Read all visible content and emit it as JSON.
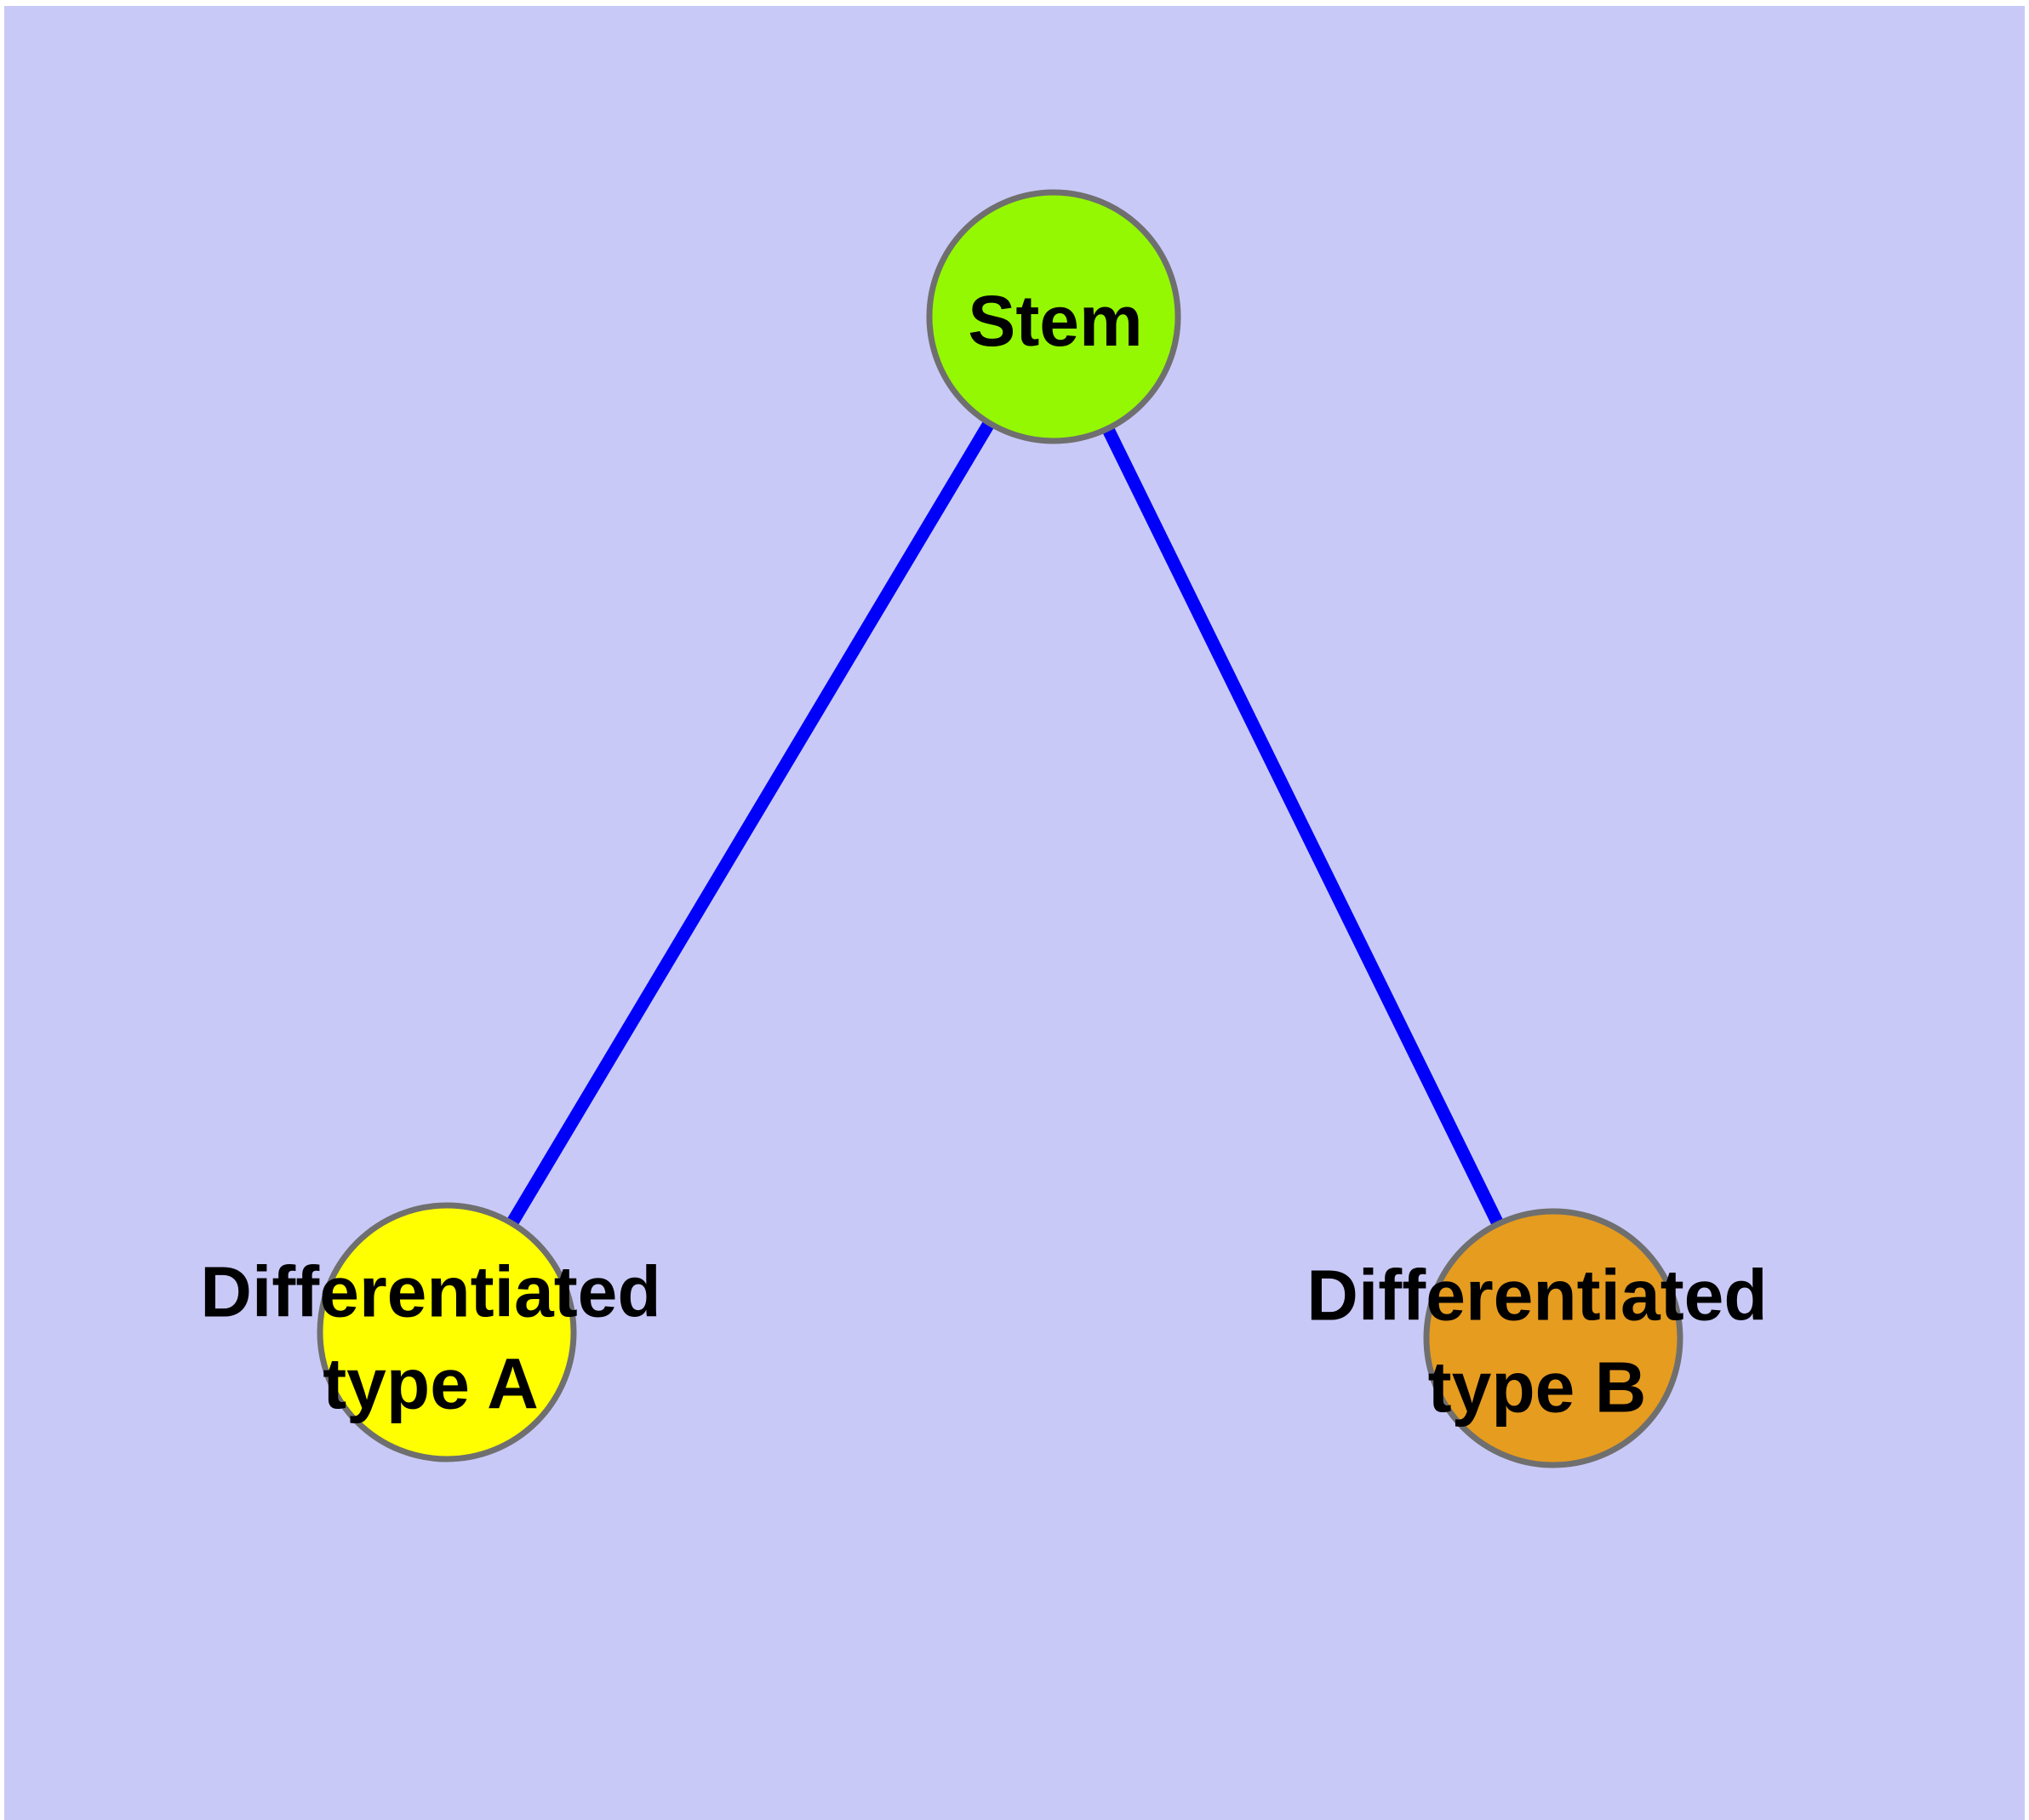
{
  "diagram": {
    "type": "graph",
    "description_colors": {
      "canvas_background": "#c9c9f8",
      "page_margin": "#ffffff",
      "node_border": "#6f6f6f",
      "label_text": "#000000"
    },
    "nodes": {
      "stem": {
        "label": "Stem",
        "fill": "#94f802"
      },
      "type_a": {
        "label": "Differentiated\ntype A",
        "fill": "#ffff00"
      },
      "type_b": {
        "label": "Differentiated\ntype B",
        "fill": "#e69c1f"
      }
    },
    "edges": {
      "stroke": "#0000fa",
      "list": [
        {
          "from": "Stem",
          "to": "Differentiated type A"
        },
        {
          "from": "Stem",
          "to": "Differentiated type B"
        }
      ]
    }
  }
}
